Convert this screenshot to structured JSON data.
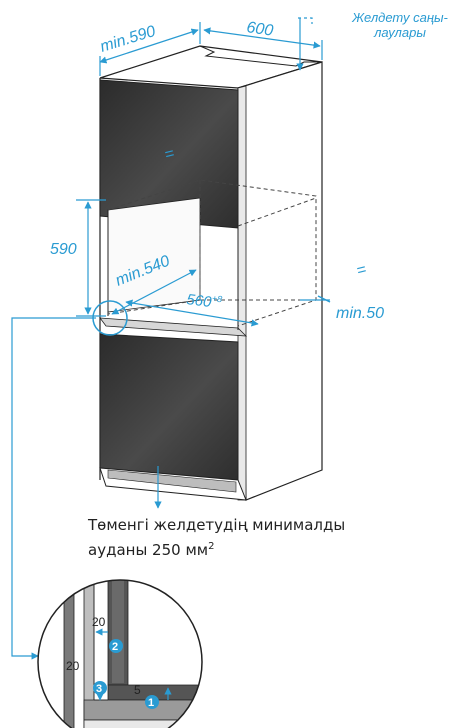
{
  "vent_note": {
    "line1": "Желдету саңы-",
    "line2": "лаулары"
  },
  "dimensions": {
    "min_590": "min.590",
    "width_600": "600",
    "height_590": "590",
    "min_540": "min.540",
    "width_560": "560",
    "width_560_tol": "+8",
    "min_50": "min.50",
    "equal_sign": "="
  },
  "caption": {
    "line1": "Төменгі желдетудің минималды",
    "line2_prefix": "ауданы 250 мм",
    "line2_sup": "2"
  },
  "detail": {
    "dim_20_top": "20",
    "dim_20_left": "20",
    "dim_5": "5",
    "marker_1": "1",
    "marker_2": "2",
    "marker_3": "3"
  },
  "colors": {
    "accent": "#2a9bd2",
    "panel": "#3b3b3b",
    "panel_dark": "#232323",
    "line": "#222222"
  }
}
